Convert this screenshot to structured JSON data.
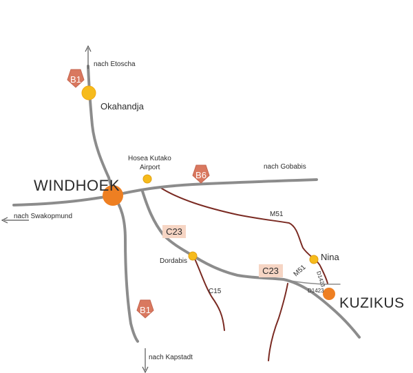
{
  "colors": {
    "main_road": "#8c8c8c",
    "minor_road": "#7a2a22",
    "shield": "#d9785f",
    "c23_box": "#f6d5c4",
    "major_town": "#ee7f22",
    "minor_town": "#f6bb1c"
  },
  "places": {
    "windhoek": "WINDHOEK",
    "okahandja": "Okahandja",
    "airport_line1": "Hosea Kutako",
    "airport_line2": "Airport",
    "dordabis": "Dordabis",
    "nina": "Nina",
    "kuzikus": "KUZIKUS"
  },
  "directions": {
    "etoscha": "nach Etoscha",
    "gobabis": "nach Gobabis",
    "swakopmund": "nach Swakopmund",
    "kapstadt": "nach Kapstadt"
  },
  "routes": {
    "b1_top": "B1",
    "b6": "B6",
    "b1_bottom": "B1",
    "c23_upper": "C23",
    "c23_lower": "C23",
    "m51_upper": "M51",
    "m51_lower": "M51",
    "c15": "C15",
    "d1423_vertical": "D1423",
    "d1423_horizontal": "D1423"
  }
}
